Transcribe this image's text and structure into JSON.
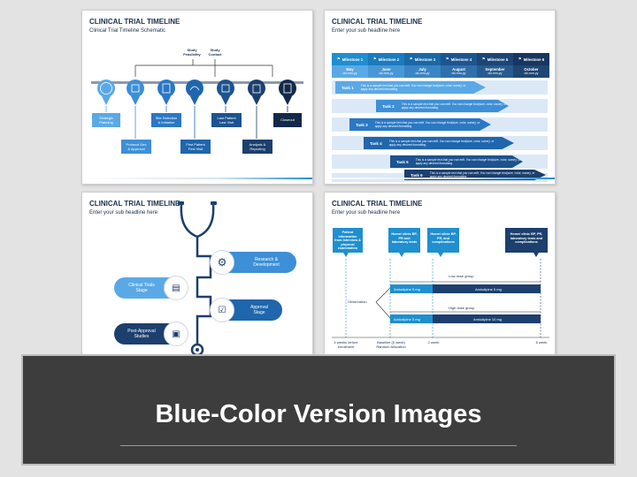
{
  "slides": {
    "s1": {
      "title": "CLINICAL TRIAL TIMELINE",
      "subtitle": "Clinical Trial Timeline Schematic",
      "top_labels": [
        "Study\nFeasibility",
        "Study\nContact"
      ],
      "boxes_above": [
        "Strategic\nPlanning",
        "Site Selection\n& Initiation",
        "Last Patient\nLast Visit",
        "Closeout"
      ],
      "boxes_below": [
        "Protocol Dev\n& Approval",
        "First Patient\nFirst Visit",
        "Analysis &\nReporting"
      ]
    },
    "s2": {
      "title": "CLINICAL TRIAL TIMELINE",
      "subtitle": "Enter your sub headline here",
      "milestones": [
        {
          "label": "Milestone 1",
          "month": "May",
          "date": "dd-mm-yy"
        },
        {
          "label": "Milestone 2",
          "month": "June",
          "date": "dd-mm-yy"
        },
        {
          "label": "Milestone 3",
          "month": "July",
          "date": "dd-mm-yy"
        },
        {
          "label": "Milestone 4",
          "month": "August",
          "date": "dd-mm-yy"
        },
        {
          "label": "Milestone 5",
          "month": "September",
          "date": "dd-mm-yy"
        },
        {
          "label": "Milestone 6",
          "month": "October",
          "date": "dd-mm-yy"
        }
      ],
      "tasks": [
        {
          "label": "Task 1",
          "text": "This is a sample text that you can edit. You can change font(size, color, name), or apply any desired formatting."
        },
        {
          "label": "Task 2",
          "text": "This is a sample text that you can edit. You can change font(size, color, name), or apply any desired formatting."
        },
        {
          "label": "Task 3",
          "text": "This is a sample text that you can edit. You can change font(size, color, name), or apply any desired formatting."
        },
        {
          "label": "Task 4",
          "text": "This is a sample text that you can edit. You can change font(size, color, name), or apply any desired formatting."
        },
        {
          "label": "Task 5",
          "text": "This is a sample text that you can edit. You can change font(size, color, name), or apply any desired formatting."
        },
        {
          "label": "Task 6",
          "text": "This is a sample text that you can edit. You can change font(size, color, name), or apply any desired formatting."
        }
      ]
    },
    "s3": {
      "title": "CLINICAL TRIAL TIMELINE",
      "subtitle": "Enter your sub headline here",
      "stages": [
        "Research &\nDevelopment",
        "Clinical Trials\nStage",
        "Approval\nStage",
        "Post-Approval\nStudies"
      ]
    },
    "s4": {
      "title": "CLINICAL TRIAL TIMELINE",
      "subtitle": "Enter your sub headline here",
      "callouts": [
        "Patient information from interview & physical examination",
        "Home/ clinic BP, PR and laboratory tests",
        "Home/ clinic BP, PR, and complications",
        "Home/ clinic BP, PR, laboratory tests and complications"
      ],
      "groups": {
        "low": "Low dose group",
        "high": "High dose group"
      },
      "observation": "Observation",
      "drugs": {
        "low_a": "Amlodipine 5 mg",
        "low_b": "Amlodipine 5 mg",
        "high_a": "Amlodipine 5 mg",
        "high_b": "Amlodipine 10 mg"
      },
      "axis": [
        "4 weeks before\nenrollment",
        "Baseline (0 week)\nRandom Allocation",
        "2 week",
        "6 week"
      ]
    }
  },
  "banner": {
    "title": "Blue-Color Version Images"
  },
  "colors": {
    "navy": "#1c3f6e",
    "blue": "#1f8fcf",
    "light_blue": "#5aa9e6",
    "dark_text": "#1c2f4a",
    "banner_bg": "#3d3d3d"
  }
}
